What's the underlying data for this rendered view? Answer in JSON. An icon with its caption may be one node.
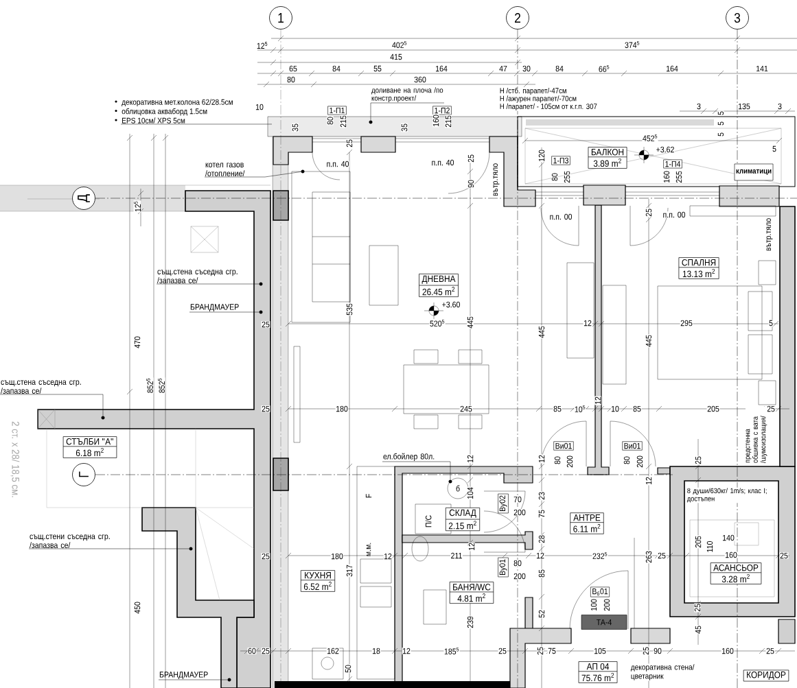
{
  "diagram": {
    "nodes": [
      {
        "text": [
          "1"
        ]
      },
      {
        "text": [
          "2"
        ]
      },
      {
        "text": [
          "3"
        ]
      },
      {
        "text": [
          "Д"
        ]
      },
      {
        "text": [
          "Г"
        ]
      },
      {
        "text": [
          "ДНЕВНА",
          "26.45 m$^{2}$"
        ]
      },
      {
        "text": [
          "БАЛКОН",
          "3.89 m$^{2}$"
        ]
      },
      {
        "text": [
          "СПАЛНЯ",
          "13.13 m$^{2}$"
        ]
      },
      {
        "text": [
          "СТЪЛБИ \"А\"",
          "6.18 m$^{2}$"
        ]
      },
      {
        "text": [
          "СКЛАД",
          "2.15 m$^{2}$"
        ]
      },
      {
        "text": [
          "АНТРЕ",
          "6.11 m$^{2}$"
        ]
      },
      {
        "text": [
          "КУХНЯ",
          "6.52 m$^{2}$"
        ]
      },
      {
        "text": [
          "БАНЯ/WC",
          "4.81 m$^{2}$"
        ]
      },
      {
        "text": [
          "АСАНСЬОР",
          "3.28 m$^{2}$"
        ]
      },
      {
        "text": [
          "АП 04",
          "75.76 m$^{2}$"
        ]
      },
      {
        "text": [
          "КОРИДОР"
        ]
      },
      {
        "text": [
          "1-П1"
        ]
      },
      {
        "text": [
          "1-П2"
        ]
      },
      {
        "text": [
          "1-П3"
        ]
      },
      {
        "text": [
          "1-П4"
        ]
      },
      {
        "text": [
          "климатици"
        ]
      },
      {
        "text": [
          "Ви01"
        ]
      },
      {
        "text": [
          "Ви01"
        ]
      },
      {
        "text": [
          "Ву02"
        ]
      },
      {
        "text": [
          "Ву01"
        ]
      },
      {
        "text": [
          "В$_{б}$01"
        ]
      },
      {
        "text": [
          "ТА-4"
        ]
      },
      {
        "text": [
          "декоративна мет.колона 62/28.5см",
          "облицовка акваборд 1.5см",
          "EPS 10см/ XPS 5см"
        ]
      },
      {
        "text": [
          "доливане на плоча /по констр.проект/"
        ]
      },
      {
        "text": [
          "котел газов /отопление/"
        ]
      },
      {
        "text": [
          "същ.стена съседна сгр. /запазва се/"
        ]
      },
      {
        "text": [
          "БРАНДМАУЕР"
        ]
      },
      {
        "text": [
          "същ.стена съседна сгр. /запазва се/"
        ]
      },
      {
        "text": [
          "същ.стени съседна сгр. /запазва се/"
        ]
      },
      {
        "text": [
          "БРАНДМАУЕР"
        ]
      },
      {
        "text": [
          "ел.бойлер 80л."
        ]
      },
      {
        "text": [],
        "shape": "circle"
      },
      {
        "text": [],
        "shape": "circle"
      },
      {
        "text": [],
        "shape": "circle"
      },
      {
        "text": [],
        "shape": "circle"
      },
      {
        "text": [],
        "shape": "circle"
      },
      {
        "text": [],
        "shape": "circle"
      },
      {
        "text": [],
        "shape": "circle"
      },
      {
        "text": [],
        "shape": "circle"
      }
    ],
    "edges": [
      {
        "from": 27,
        "to": null,
        "arrow": "none"
      },
      {
        "from": 28,
        "to": 36,
        "arrow": "none"
      },
      {
        "from": 29,
        "to": 37,
        "arrow": "none"
      },
      {
        "from": 30,
        "to": 38,
        "arrow": "none"
      },
      {
        "from": 31,
        "to": 39,
        "arrow": "none"
      },
      {
        "from": 32,
        "to": 40,
        "arrow": "none"
      },
      {
        "from": 33,
        "to": 41,
        "arrow": "none"
      },
      {
        "from": 34,
        "to": 42,
        "arrow": "none"
      },
      {
        "from": 35,
        "to": 43,
        "arrow": "none"
      }
    ],
    "labels": [
      "12$^{5}$",
      "402$^{5}$",
      "374$^{5}$",
      "415",
      "65",
      "84",
      "55",
      "164",
      "47",
      "30",
      "84",
      "66$^{5}$",
      "164",
      "141",
      "80",
      "360",
      "H /стб. парапет/-47см",
      "H /ажурен парапет/-70см",
      "10",
      "H /парапет/ - 105см от к.г.п. 307",
      "35",
      "80",
      "215",
      "35",
      "160",
      "215",
      "3",
      "135",
      "3",
      "5",
      "5",
      "5",
      "452$^{5}$",
      "5",
      "25",
      "25",
      "120",
      "80",
      "255",
      "160",
      "255",
      "90",
      "п.п. 40",
      "п.п. 40",
      "вътр.тяло",
      "+3.62",
      "п.п. 00",
      "25",
      "п.п. 00",
      "вътр.тяло",
      "12$^{5}$",
      "535",
      "+3.60",
      "25",
      "520$^{5}$",
      "445",
      "445",
      "12",
      "445",
      "295",
      "5",
      "470",
      "852$^{5}$",
      "852$^{5}$",
      "25",
      "180",
      "245",
      "85",
      "10$^{5}$",
      "12",
      "10",
      "85",
      "205",
      "25",
      "предстенна обшивка с вата /шумоизолация/",
      "2 ст. x 28/ 18,5 см.",
      "12",
      "12",
      "80",
      "200",
      "80",
      "200",
      "25",
      "12",
      "б",
      "104",
      "8 души/630кг/ 1m/s; клас I; достъпен",
      "F",
      "23",
      "70",
      "200",
      "75",
      "П/С",
      "28",
      "205",
      "140",
      "110",
      "12",
      "м.м.",
      "25",
      "180",
      "12",
      "211",
      "12",
      "232$^{5}$",
      "25",
      "263",
      "160",
      "25",
      "80",
      "317",
      "200",
      "85",
      "100",
      "200",
      "25",
      "450",
      "239",
      "52",
      "45",
      "60",
      "25",
      "162",
      "18",
      "12",
      "185$^{5}$",
      "25",
      "25",
      "75",
      "105",
      "25",
      "90",
      "160",
      "25",
      "50",
      "декоративна стена/ цветарник"
    ]
  }
}
